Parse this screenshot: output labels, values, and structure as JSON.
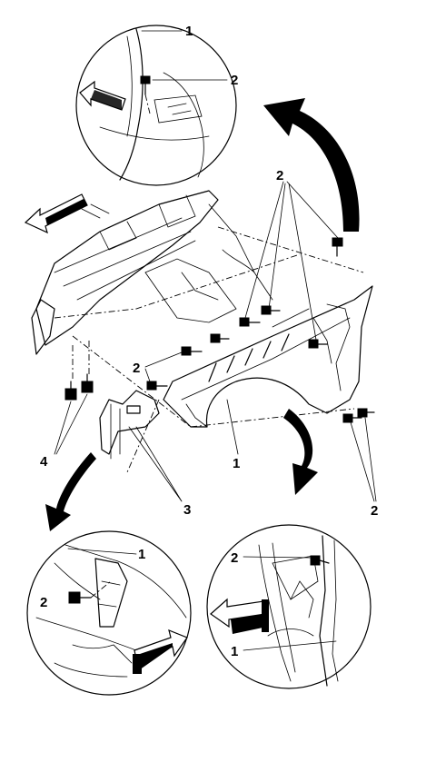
{
  "callouts": {
    "top_detail_fender": "1",
    "top_detail_bolt": "2",
    "main_upper_bolts": "2",
    "main_left_bolts": "2",
    "main_fender": "1",
    "main_bracket": "3",
    "main_lower_bolts": "4",
    "main_rear_bolts": "2",
    "bottom_left_fender": "1",
    "bottom_left_bolt": "2",
    "bottom_right_bolt": "2",
    "bottom_right_fender": "1"
  }
}
